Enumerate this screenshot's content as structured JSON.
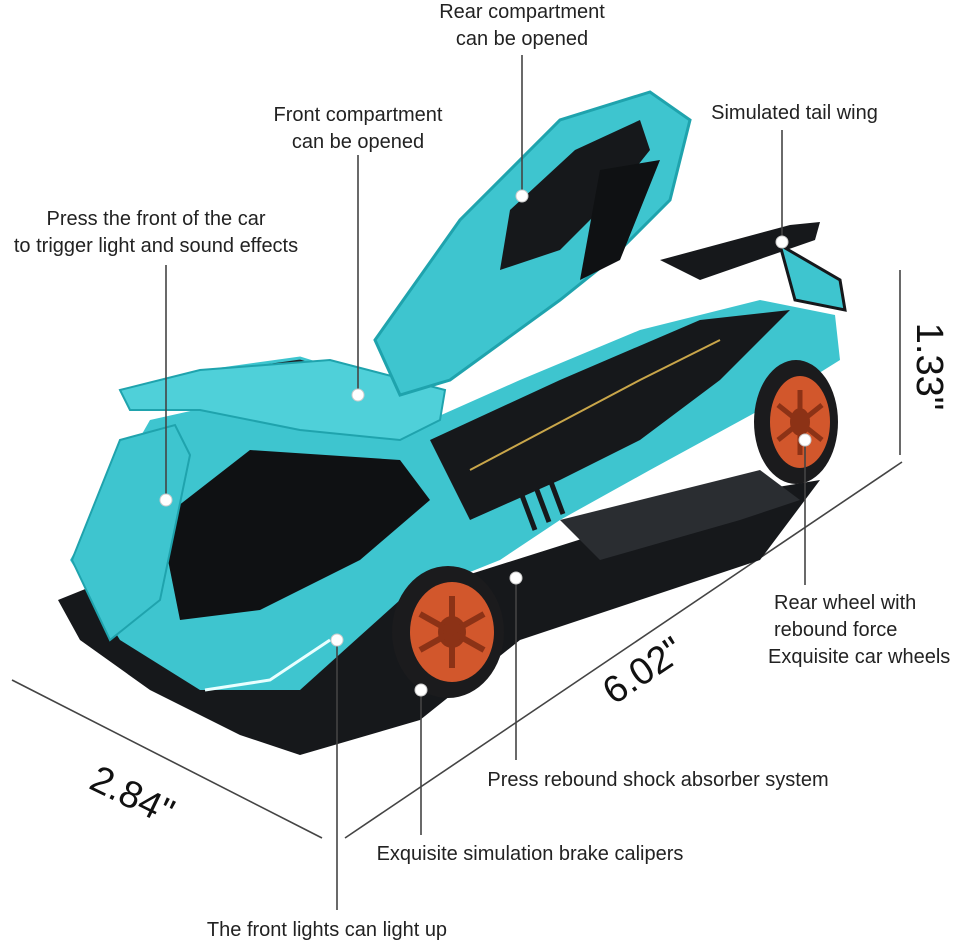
{
  "colors": {
    "body": "#3ec5cf",
    "body_dark": "#1fa3ad",
    "body_light": "#7fe0e6",
    "trim": "#16181b",
    "wheel": "#d2572c",
    "wheel_dark": "#8c3216",
    "tire": "#1b1b1d",
    "line": "#555555",
    "dot": "#ffffff"
  },
  "callouts": {
    "rear_compartment": {
      "line1": "Rear compartment",
      "line2": "can be opened"
    },
    "front_compartment": {
      "line1": "Front compartment",
      "line2": "can be opened"
    },
    "tail_wing": {
      "line1": "Simulated tail wing"
    },
    "light_sound": {
      "line1": "Press the front of the car",
      "line2": "to trigger light and sound effects"
    },
    "rear_wheel": {
      "line1": "Rear wheel with",
      "line2": "rebound force",
      "line3": "Exquisite car wheels"
    },
    "shock_absorber": {
      "line1": "Press rebound shock absorber system"
    },
    "brake_calipers": {
      "line1": "Exquisite simulation brake calipers"
    },
    "front_lights": {
      "line1": "The front lights can light up"
    }
  },
  "dimensions": {
    "length": "6.02\"",
    "width": "2.84\"",
    "height": "1.33\""
  }
}
